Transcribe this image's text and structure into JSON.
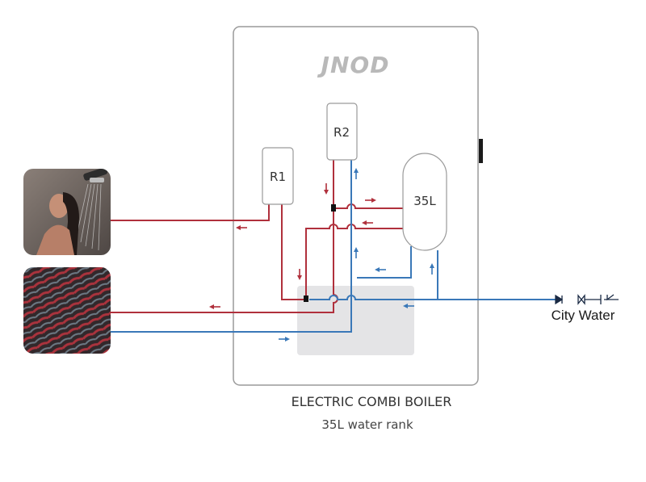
{
  "brand": "JNOD",
  "components": {
    "r1_label": "R1",
    "r2_label": "R2",
    "tank_label": "35L"
  },
  "inlet_label": "City Water",
  "caption": {
    "title": "ELECTRIC COMBI BOILER",
    "subtitle": "35L water rank"
  },
  "photos": {
    "shower": "shower-photo",
    "floor": "underfloor-heating-photo"
  },
  "colors": {
    "hot_pipe": "#b0303c",
    "cold_pipe": "#3a78b8",
    "cabinet_border": "#9a9a9a",
    "exchanger": "#e4e4e6"
  }
}
